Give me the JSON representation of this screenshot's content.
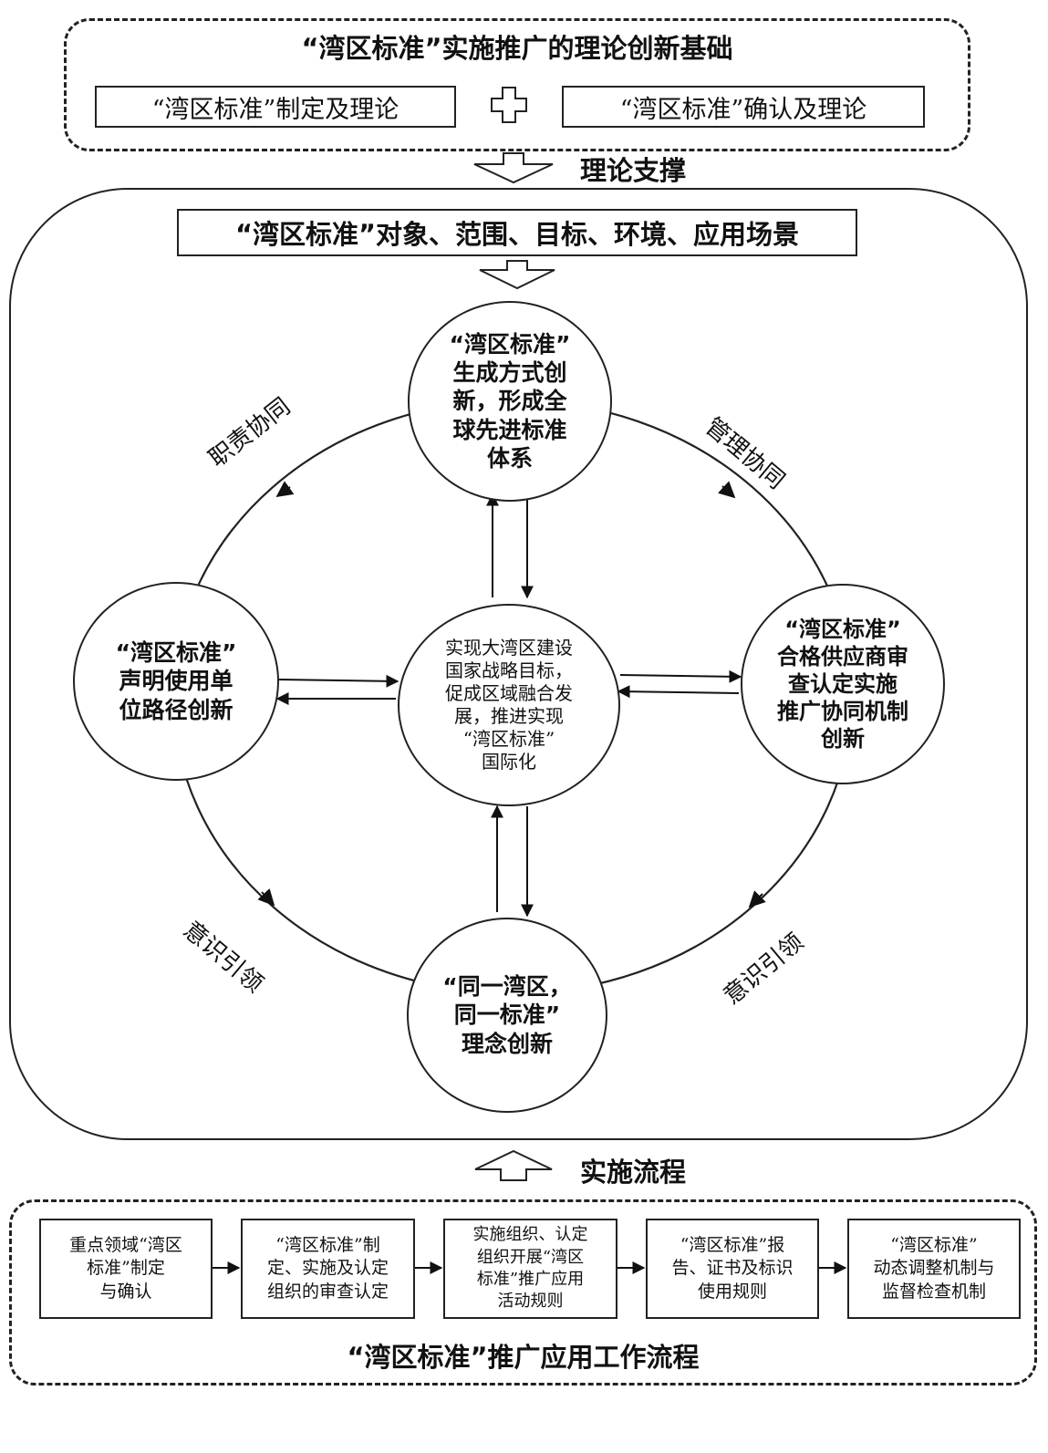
{
  "top": {
    "title": "“湾区标准”实施推广的理论创新基础",
    "left_box": "“湾区标准”制定及理论",
    "plus_symbol": "+",
    "right_box": "“湾区标准”确认及理论",
    "support_label": "理论支撑"
  },
  "main": {
    "scope_box": "“湾区标准”对象、范围、目标、环境、应用场景",
    "top_circle": [
      "“湾区标准”",
      "生成方式创",
      "新，形成全",
      "球先进标准",
      "体系"
    ],
    "left_circle": [
      "“湾区标准”",
      "声明使用单",
      "位路径创新"
    ],
    "right_circle": [
      "“湾区标准”",
      "合格供应商审",
      "查认定实施",
      "推广协同机制",
      "创新"
    ],
    "bottom_circle": [
      "“同一湾区，",
      "同一标准”",
      "理念创新"
    ],
    "center_circle": [
      "实现大湾区建设",
      "国家战略目标，",
      "促成区域融合发",
      "展，推进实现",
      "“湾区标准”",
      "国际化"
    ],
    "label_top_left": "职责协同",
    "label_top_right": "管理协同",
    "label_bottom_left": "意识引领",
    "label_bottom_right": "意识引领"
  },
  "bottom": {
    "implement_label": "实施流程",
    "steps": [
      [
        "重点领域“湾区",
        "标准”制定",
        "与确认"
      ],
      [
        "“湾区标准”制",
        "定、实施及认定",
        "组织的审查认定"
      ],
      [
        "实施组织、认定",
        "组织开展“湾区",
        "标准”推广应用",
        "活动规则"
      ],
      [
        "“湾区标准”报",
        "告、证书及标识",
        "使用规则"
      ],
      [
        "“湾区标准”",
        "动态调整机制与",
        "监督检查机制"
      ]
    ],
    "title": "“湾区标准”推广应用工作流程"
  }
}
